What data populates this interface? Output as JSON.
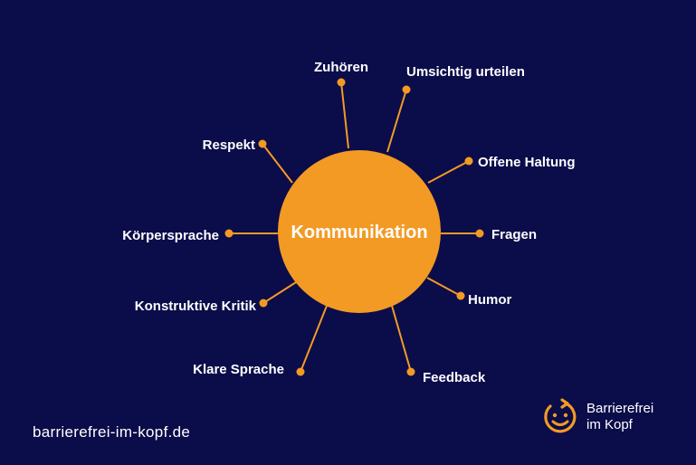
{
  "colors": {
    "background": "#0b0c4a",
    "accent": "#f39a24",
    "text": "#ffffff"
  },
  "diagram": {
    "center": "Kommunikation",
    "nodes": [
      "Zuhören",
      "Umsichtig urteilen",
      "Offene Haltung",
      "Fragen",
      "Humor",
      "Feedback",
      "Klare Sprache",
      "Konstruktive Kritik",
      "Körpersprache",
      "Respekt"
    ]
  },
  "footer": {
    "website": "barrierefrei-im-kopf.de",
    "logo_line1": "Barrierefrei",
    "logo_line2": "im Kopf",
    "logo_icon": "smiley-arrow-icon"
  }
}
